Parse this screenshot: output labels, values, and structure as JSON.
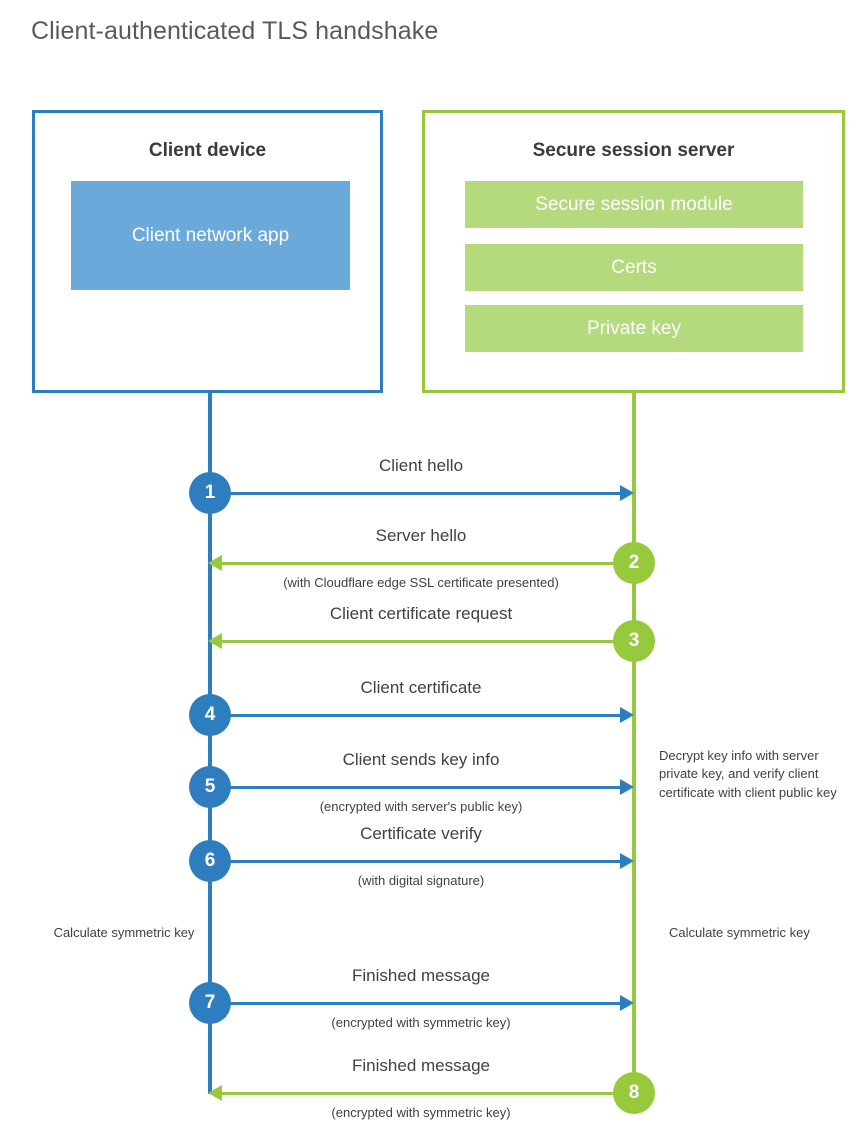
{
  "title": "Client-authenticated TLS handshake",
  "client": {
    "title": "Client device",
    "app_label": "Client network app",
    "calculate_note": "Calculate symmetric key"
  },
  "server": {
    "title": "Secure session server",
    "components": [
      "Secure session module",
      "Certs",
      "Private key"
    ],
    "decrypt_note": "Decrypt key info with server private key, and verify client certificate with client public key",
    "calculate_note": "Calculate symmetric key"
  },
  "colors": {
    "client_primary": "#2E7EBF",
    "client_app_fill": "#6CA9DB",
    "server_primary": "#97C93D",
    "server_bar_fill": "#B5D97D",
    "text": "#414042",
    "title_text": "#58595B"
  },
  "steps": [
    {
      "number": "1",
      "label": "Client hello",
      "sub": "",
      "direction": "client-to-server",
      "side": "client"
    },
    {
      "number": "2",
      "label": "Server hello",
      "sub": "(with Cloudflare edge SSL certificate presented)",
      "direction": "server-to-client",
      "side": "server"
    },
    {
      "number": "3",
      "label": "Client certificate request",
      "sub": "",
      "direction": "server-to-client",
      "side": "server"
    },
    {
      "number": "4",
      "label": "Client certificate",
      "sub": "",
      "direction": "client-to-server",
      "side": "client"
    },
    {
      "number": "5",
      "label": "Client sends key info",
      "sub": "(encrypted with server's public key)",
      "direction": "client-to-server",
      "side": "client"
    },
    {
      "number": "6",
      "label": "Certificate verify",
      "sub": "(with digital signature)",
      "direction": "client-to-server",
      "side": "client"
    },
    {
      "number": "7",
      "label": "Finished message",
      "sub": "(encrypted with symmetric key)",
      "direction": "client-to-server",
      "side": "client"
    },
    {
      "number": "8",
      "label": "Finished message",
      "sub": "(encrypted with symmetric key)",
      "direction": "server-to-client",
      "side": "server"
    }
  ]
}
